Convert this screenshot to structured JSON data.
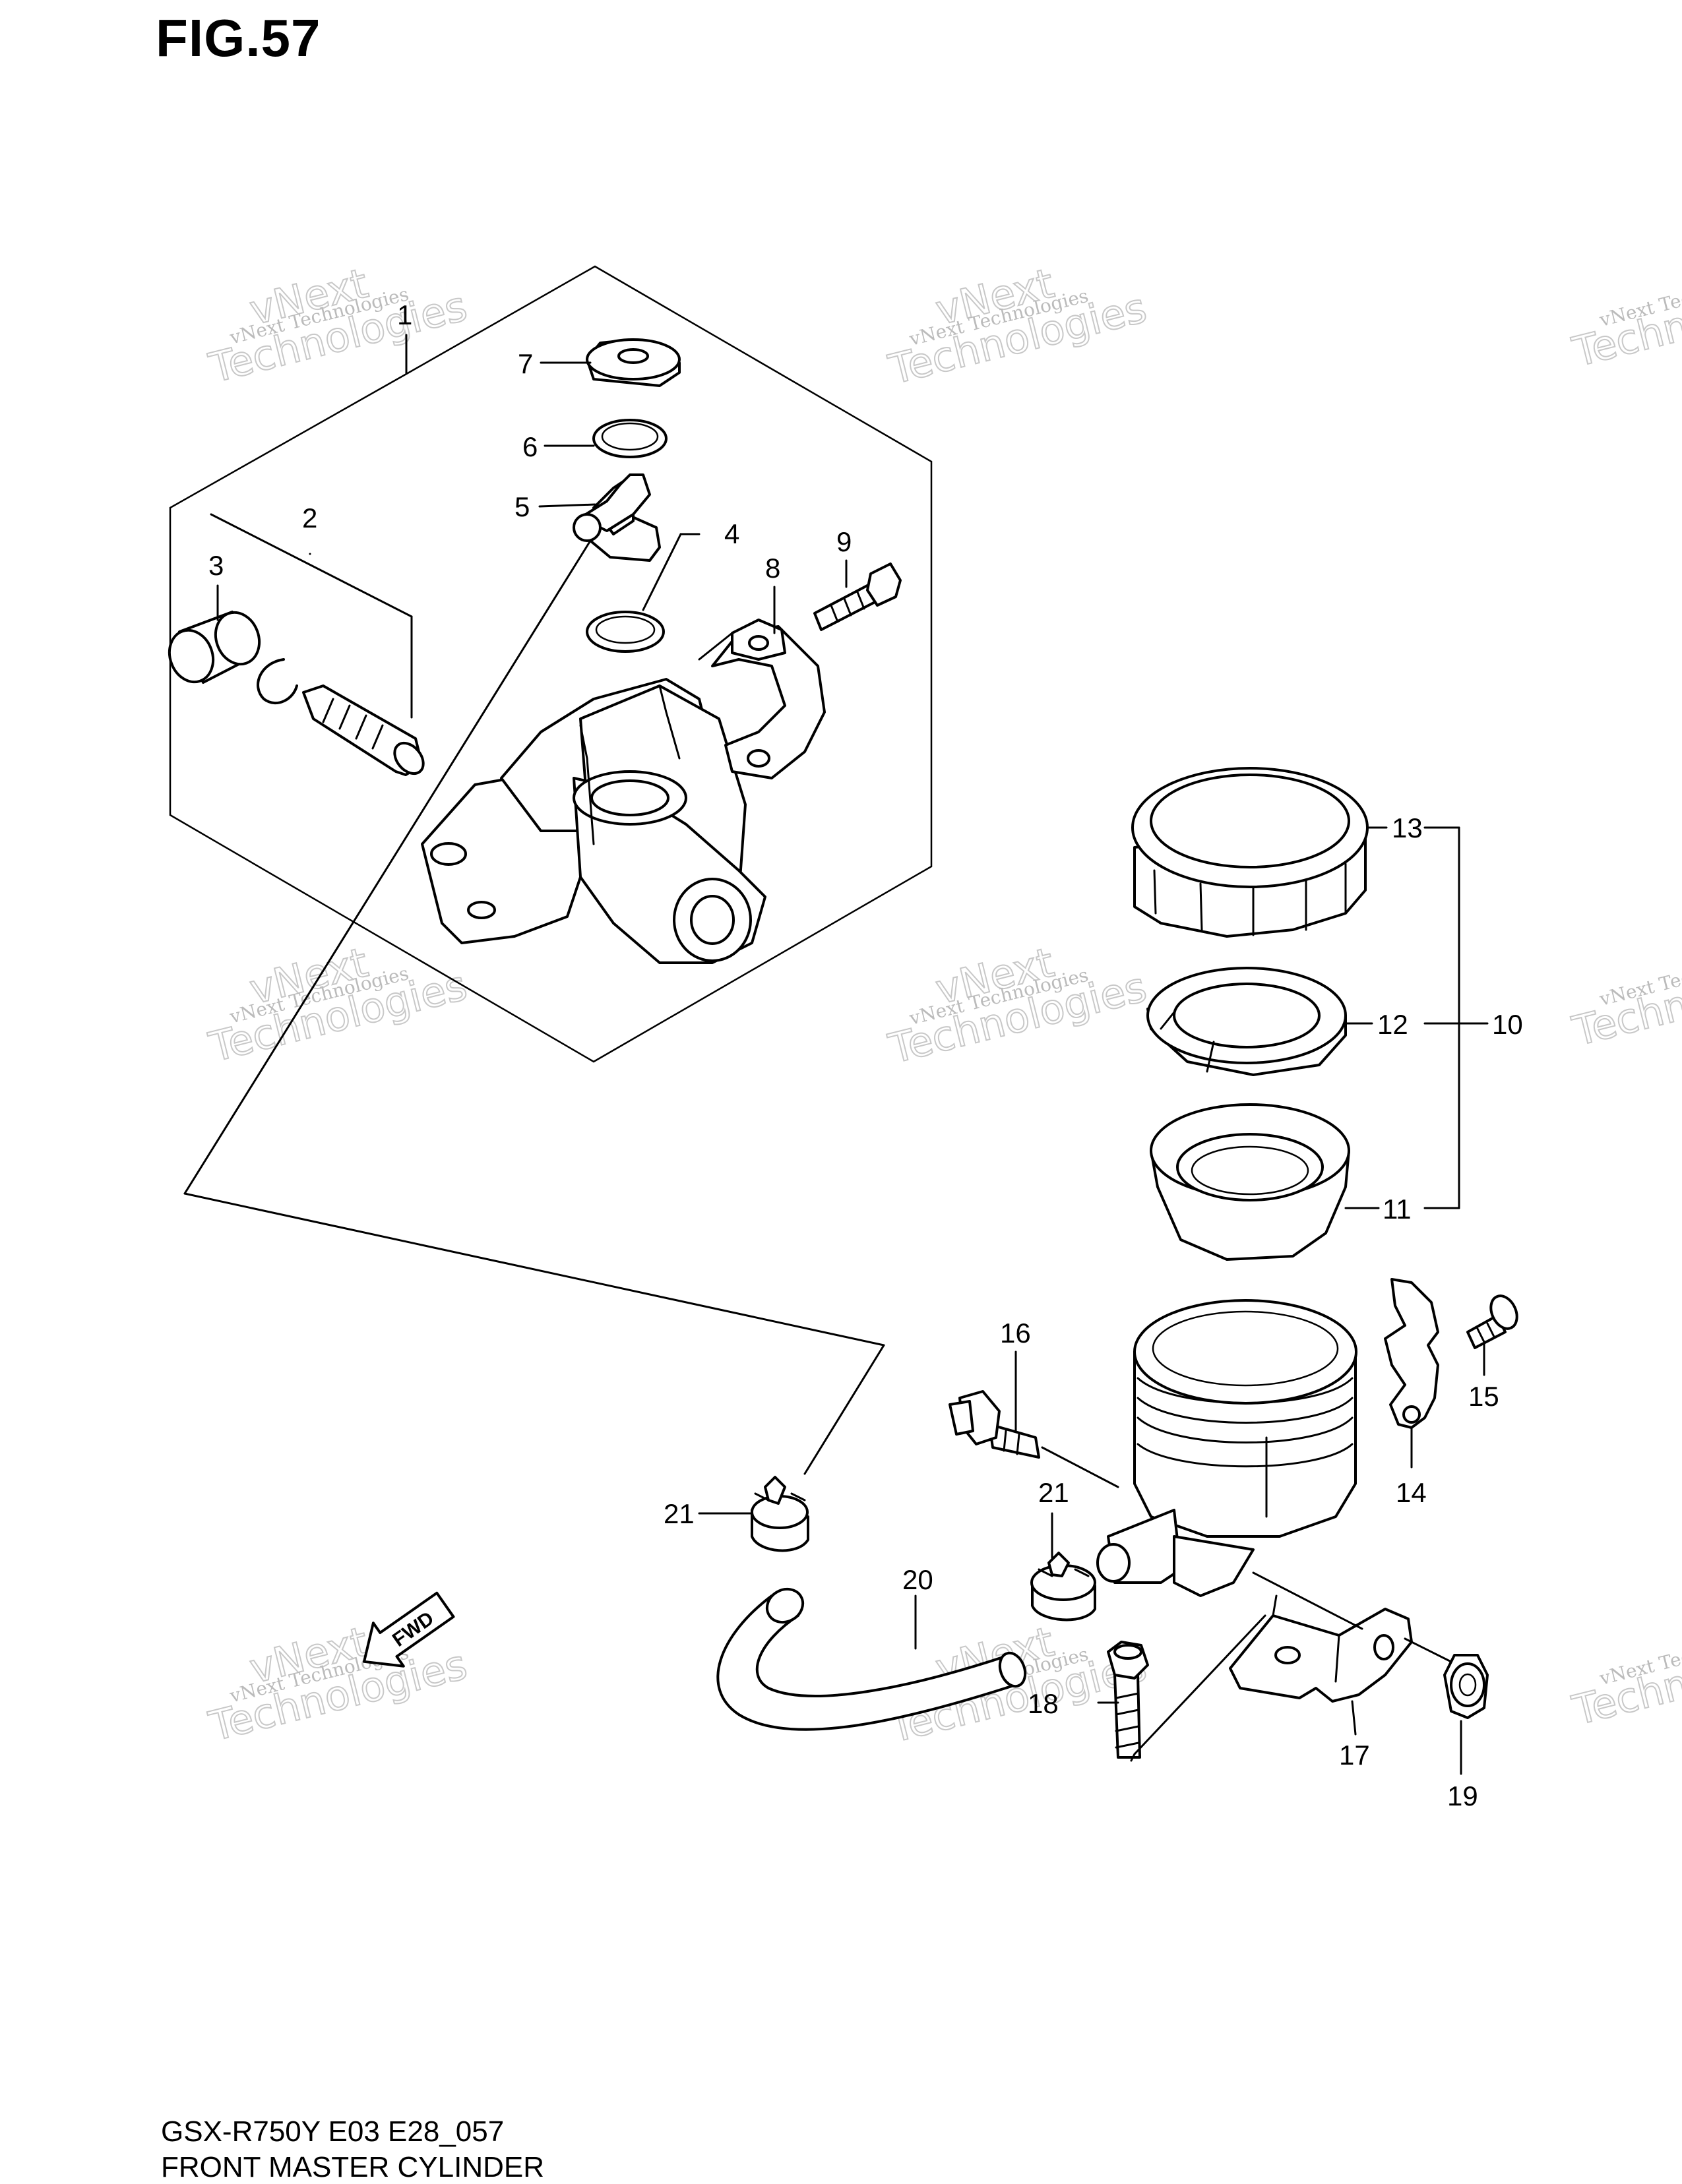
{
  "figure": {
    "title": "FIG.57"
  },
  "footer": {
    "model_code": "GSX-R750Y E03 E28_057",
    "assembly_name": "FRONT MASTER CYLINDER"
  },
  "watermark": {
    "line1": "vNext Technologies",
    "line2": "vNext",
    "line3": "Technologies"
  },
  "fwd_label": "FWD",
  "callouts": [
    "1",
    "2",
    "3",
    "4",
    "5",
    "6",
    "7",
    "8",
    "9",
    "10",
    "11",
    "12",
    "13",
    "14",
    "15",
    "16",
    "17",
    "18",
    "19",
    "20",
    "21",
    "21"
  ]
}
